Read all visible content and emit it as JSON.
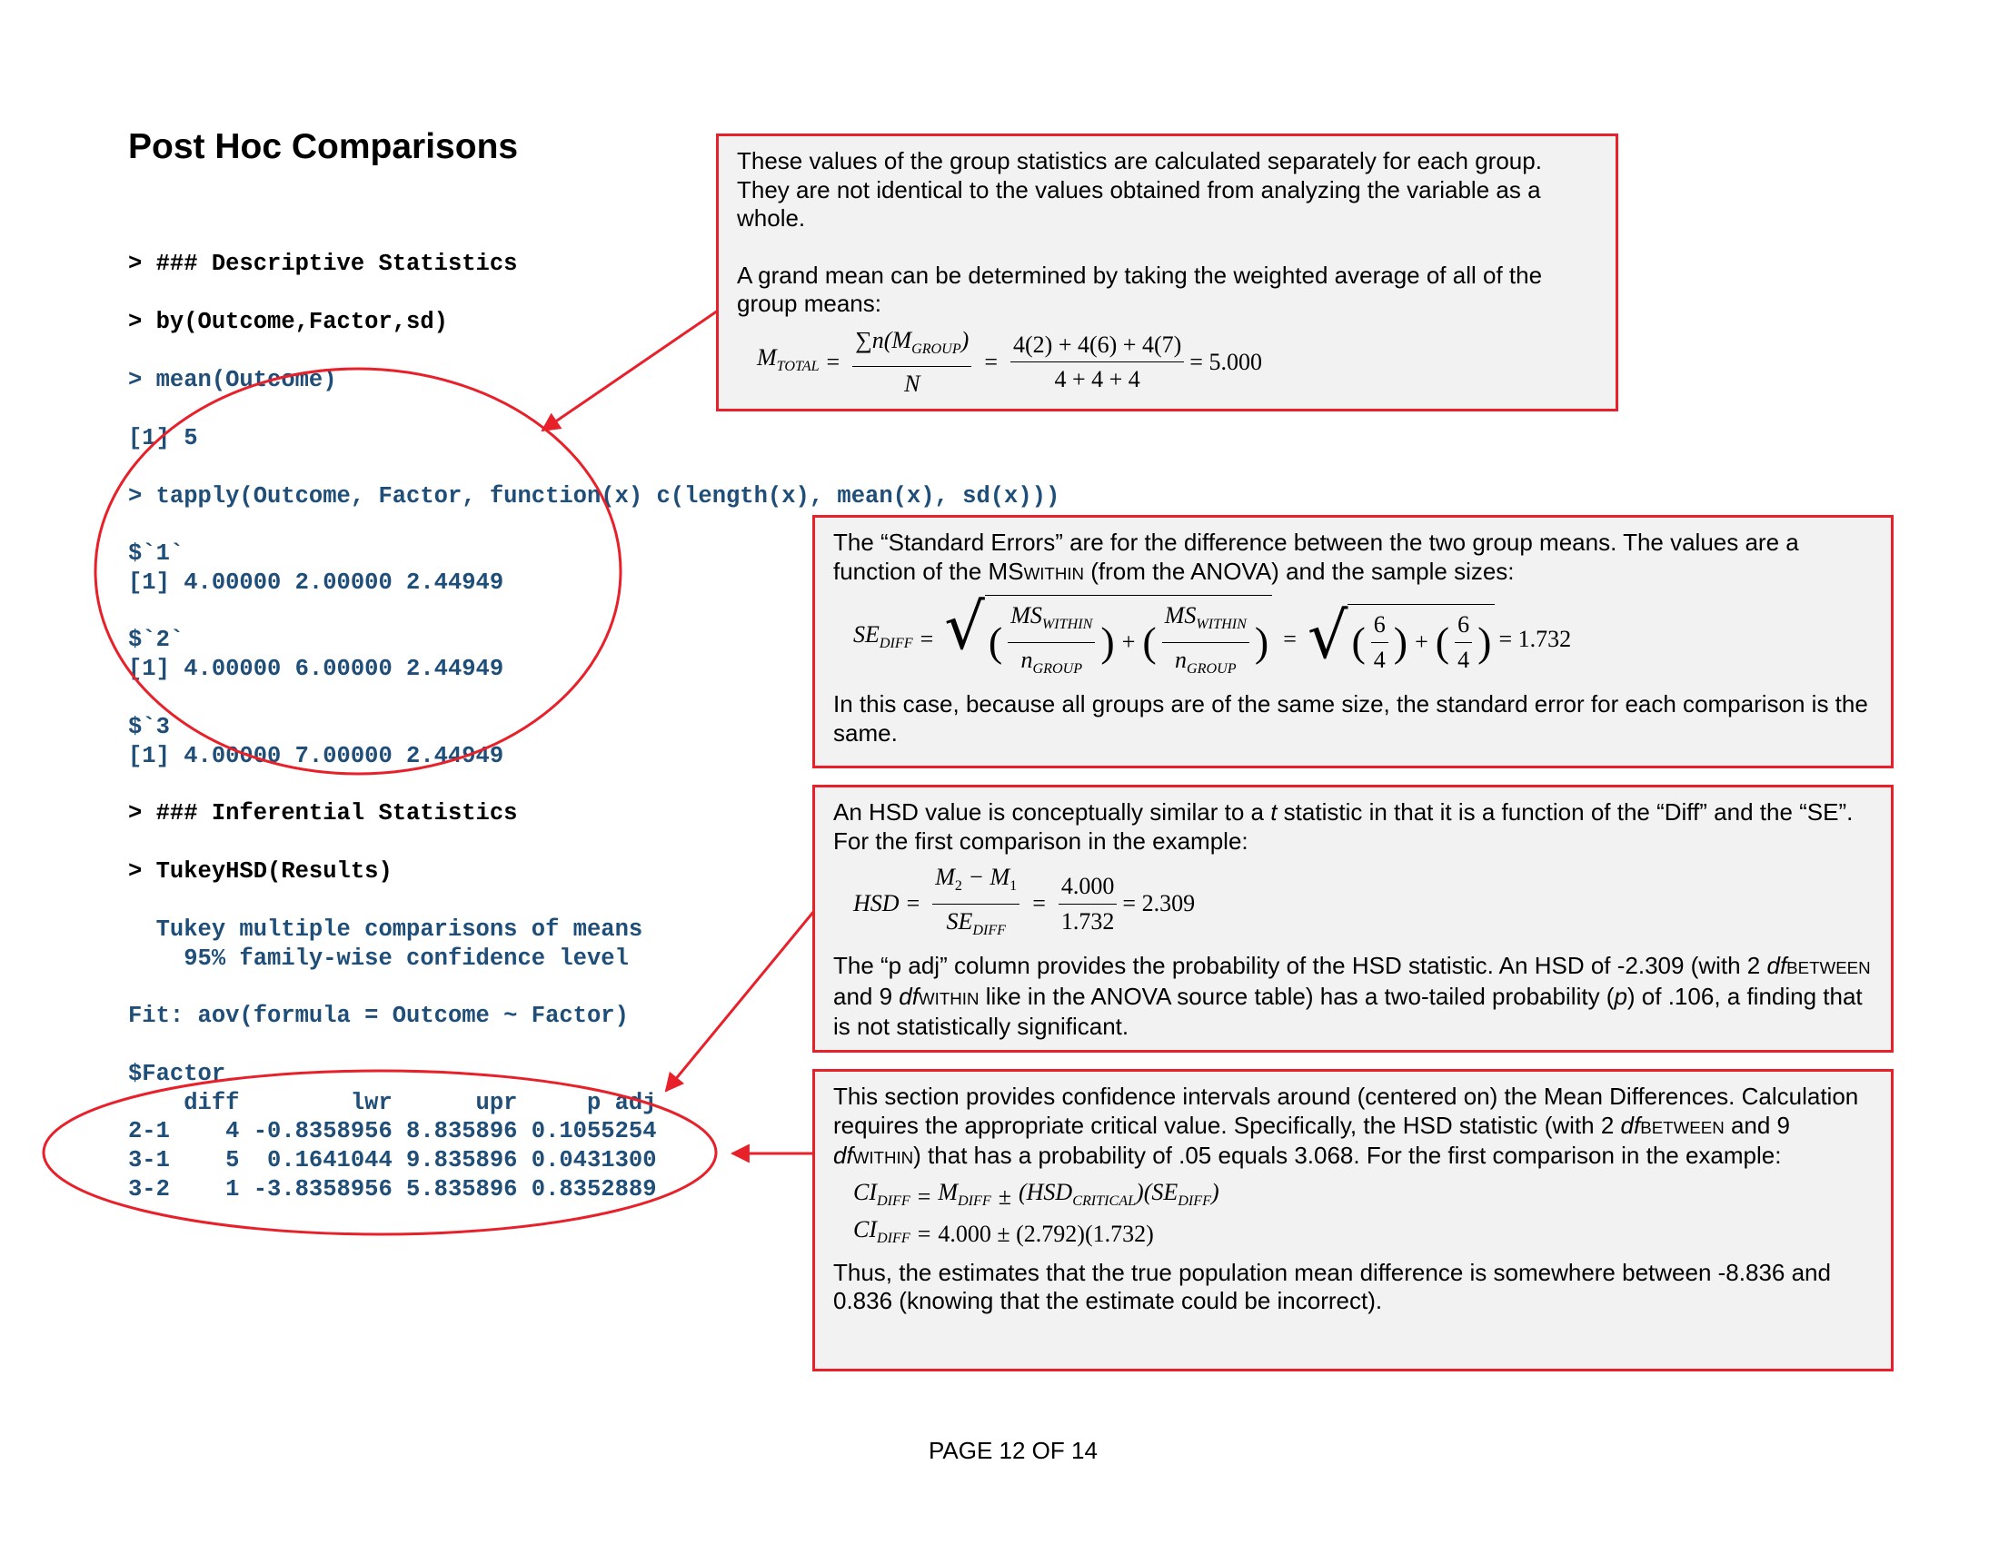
{
  "page": {
    "title": "Post Hoc Comparisons",
    "footer": "PAGE 12 OF 14",
    "accent_color": "#e8202a",
    "code_blue": "#1f4e79"
  },
  "code": {
    "line1": "> ### Descriptive Statistics",
    "line2": "> by(Outcome,Factor,sd)",
    "line3": "> mean(Outcome)",
    "line4": "[1] 5",
    "line5": "> tapply(Outcome, Factor, function(x) c(length(x), mean(x), sd(x)))",
    "line6": "$`1`",
    "line7": "[1] 4.00000 2.00000 2.44949",
    "line8": "$`2`",
    "line9": "[1] 4.00000 6.00000 2.44949",
    "line10": "$`3`",
    "line11": "[1] 4.00000 7.00000 2.44949",
    "line12": "> ### Inferential Statistics",
    "line13": "> TukeyHSD(Results)",
    "line14": "  Tukey multiple comparisons of means",
    "line15": "    95% family-wise confidence level",
    "line16": "Fit: aov(formula = Outcome ~ Factor)",
    "line17": "$Factor",
    "line18": "    diff        lwr      upr     p adj",
    "line19": "2-1    4 -0.8358956 8.835896 0.1055254",
    "line20": "3-1    5  0.1641044 9.835896 0.0431300",
    "line21": "3-2    1 -3.8358956 5.835896 0.8352889"
  },
  "notes": {
    "n1": {
      "p1": "These values of the group statistics are calculated separately for each group. They are not identical to the values obtained from analyzing the variable as a whole.",
      "p2": "A grand mean can be determined by taking the weighted average of all of the group means:",
      "f_lhs": "M",
      "f_lhs_sub": "TOTAL",
      "f_num": "∑n(M",
      "f_num_sub": "GROUP",
      "f_num_end": ")",
      "f_den": "N",
      "f_num2": "4(2) + 4(6) + 4(7)",
      "f_den2": "4 + 4 + 4",
      "f_result": "= 5.000"
    },
    "n2": {
      "p1a": "The “Standard Errors” are for the difference between the two group means. The values are a function of the MS",
      "p1_sc": "WITHIN",
      "p1b": " (from the ANOVA) and the sample sizes:",
      "f_lhs": "SE",
      "f_lhs_sub": "DIFF",
      "f_ms": "MS",
      "f_ms_sub": "WITHIN",
      "f_n": "n",
      "f_n_sub": "GROUP",
      "f_six": "6",
      "f_four": "4",
      "f_result": "= 1.732",
      "p2": "In this case, because all groups are of the same size, the standard error for each comparison is the same."
    },
    "n3": {
      "p1a": "An HSD value is conceptually similar to a ",
      "p1_t": "t",
      "p1b": " statistic in that it is a function of the “Diff” and the “SE”. For the first comparison in the example:",
      "f_lhs": "HSD",
      "f_num": "M",
      "f_num_sub2": "2",
      "f_num_mid": " − M",
      "f_num_sub1": "1",
      "f_den": "SE",
      "f_den_sub": "DIFF",
      "f_num2": "4.000",
      "f_den2": "1.732",
      "f_result": "= 2.309",
      "p2a": "The “p adj” column provides the probability of the HSD statistic. An HSD of -2.309 (with 2 ",
      "p2_df": "df",
      "p2_between": "BETWEEN",
      "p2b": " and 9 ",
      "p2_within": "WITHIN",
      "p2c": " like in the ANOVA source table) has a two-tailed probability (",
      "p2_p": "p",
      "p2d": ") of .106, a finding that is not statistically significant."
    },
    "n4": {
      "p1a": "This section provides confidence intervals around (centered on) the Mean Differences. Calculation requires the appropriate critical value. Specifically, the HSD statistic (with 2 ",
      "p1_df": "df",
      "p1_between": "BETWEEN",
      "p1b": " and 9 ",
      "p1_within": "WITHIN",
      "p1c": ") that has a probability of .05 equals 3.068. For the first comparison in the example:",
      "f1_lhs": "CI",
      "f1_lhs_sub": "DIFF",
      "f1_m": "M",
      "f1_m_sub": "DIFF",
      "f1_hsd": "(HSD",
      "f1_hsd_sub": "CRITICAL",
      "f1_se": ")(SE",
      "f1_se_sub": "DIFF",
      "f1_end": ")",
      "f2_lhs": "CI",
      "f2_lhs_sub": "DIFF",
      "f2_rhs": "4.000 ± (2.792)(1.732)",
      "p2": "Thus, the estimates that the true population mean difference is somewhere between -8.836 and 0.836 (knowing that the estimate could be incorrect)."
    }
  }
}
